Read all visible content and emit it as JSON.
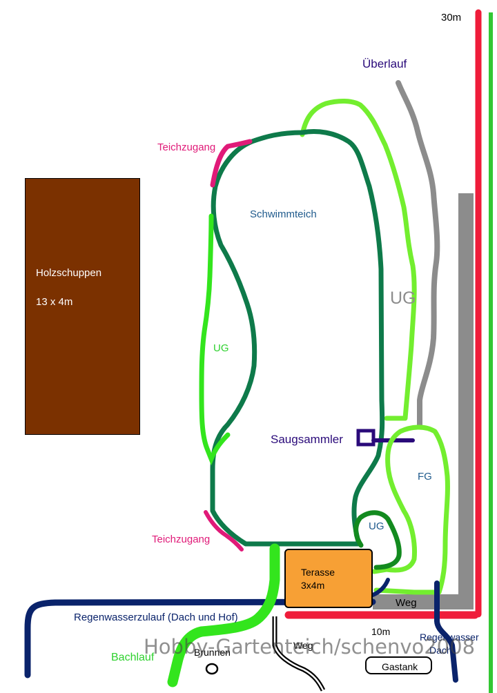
{
  "labels": {
    "dim_30m": "30m",
    "overflow": "Überlauf",
    "pond_access_top": "Teichzugang",
    "pond": "Schwimmteich",
    "ug_right": "UG",
    "ug_left": "UG",
    "suction_collector": "Saugsammler",
    "fg": "FG",
    "ug_small": "UG",
    "pond_access_bottom": "Teichzugang",
    "path_right": "Weg",
    "rainwater_inlet": "Regenwasserzulauf (Dach und Hof)",
    "dim_10m": "10m",
    "rainwater_roof_1": "Regenwasser",
    "rainwater_roof_2": "Dach",
    "stream": "Bachlauf",
    "well": "Brunnen",
    "path_bottom": "Weg",
    "gas_tank": "Gastank"
  },
  "shed": {
    "name": "Holzschuppen",
    "size": "13 x 4m"
  },
  "terrace": {
    "name": "Terasse",
    "size": "3x4m"
  },
  "watermark": "Hobby-Gartenteich/schenvo2008",
  "colors": {
    "property_line": "#ef1c3a",
    "green_border": "#33c733",
    "pond_outline": "#0e7a4a",
    "light_green": "#73ee2f",
    "bright_green": "#33e51d",
    "gray": "#8c8c8c",
    "navy": "#0a236b",
    "purple": "#2a0a7a",
    "pink": "#e01a78",
    "shed": "#7b3100",
    "terrace": "#f7a035",
    "label_blue": "#1f5a8c",
    "label_green": "#2ed12e"
  }
}
